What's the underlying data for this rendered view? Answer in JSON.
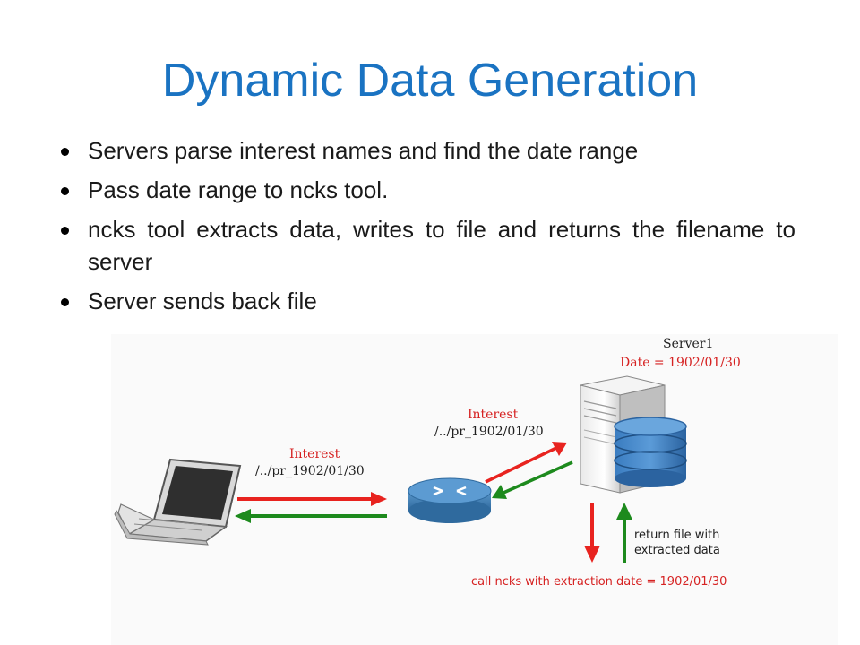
{
  "slide": {
    "title": "Dynamic Data Generation",
    "bullets": [
      "Servers parse interest names and find the date range",
      "Pass date range to ncks tool.",
      "ncks tool extracts data, writes to file and returns the filename to server",
      "Server sends back file"
    ]
  },
  "diagram": {
    "server_name": "Server1",
    "server_date": "Date = 1902/01/30",
    "interest_left_label": "Interest",
    "interest_left_path": "/../pr_1902/01/30",
    "interest_right_label": "Interest",
    "interest_right_path": "/../pr_1902/01/30",
    "return_label_line1": "return file with",
    "return_label_line2": "extracted data",
    "call_label": "call ncks with extraction date = 1902/01/30",
    "colors": {
      "request_arrow": "#e8231f",
      "response_arrow": "#1d8a1d",
      "title": "#1a73c2",
      "label_red": "#d62222",
      "router": "#3f7fb5",
      "database": "#2d6eab"
    }
  }
}
